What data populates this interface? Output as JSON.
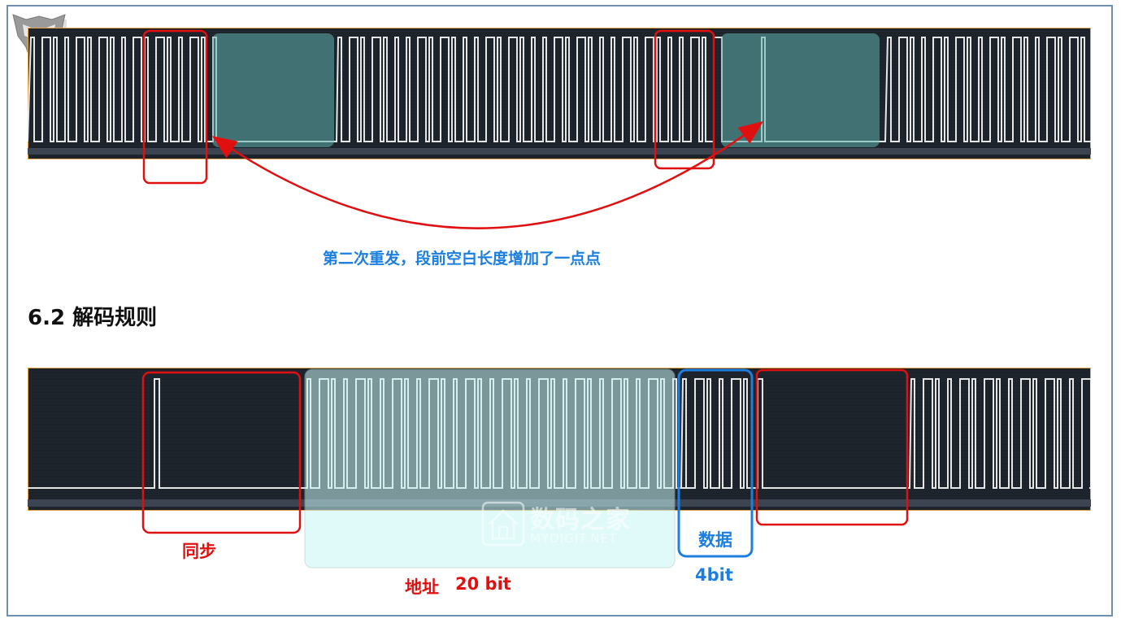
{
  "annotation_top": "第二次重发，段前空白长度增加了一点点",
  "heading": "6.2 解码规则",
  "labels": {
    "sync": "同步",
    "address": "地址",
    "address_bits": "20 bit",
    "data": "数据",
    "data_bits": "4bit"
  },
  "watermark": {
    "cn": "数码之家",
    "en": "MYDIGIT.NET"
  },
  "colors": {
    "waveform_bg": "#1d232b",
    "pulse": "#e6e6e6",
    "red": "#e01010",
    "blue": "#1c7fe0",
    "teal_highlight": "#5fb2ad",
    "address_highlight": "#c8f6f6"
  }
}
